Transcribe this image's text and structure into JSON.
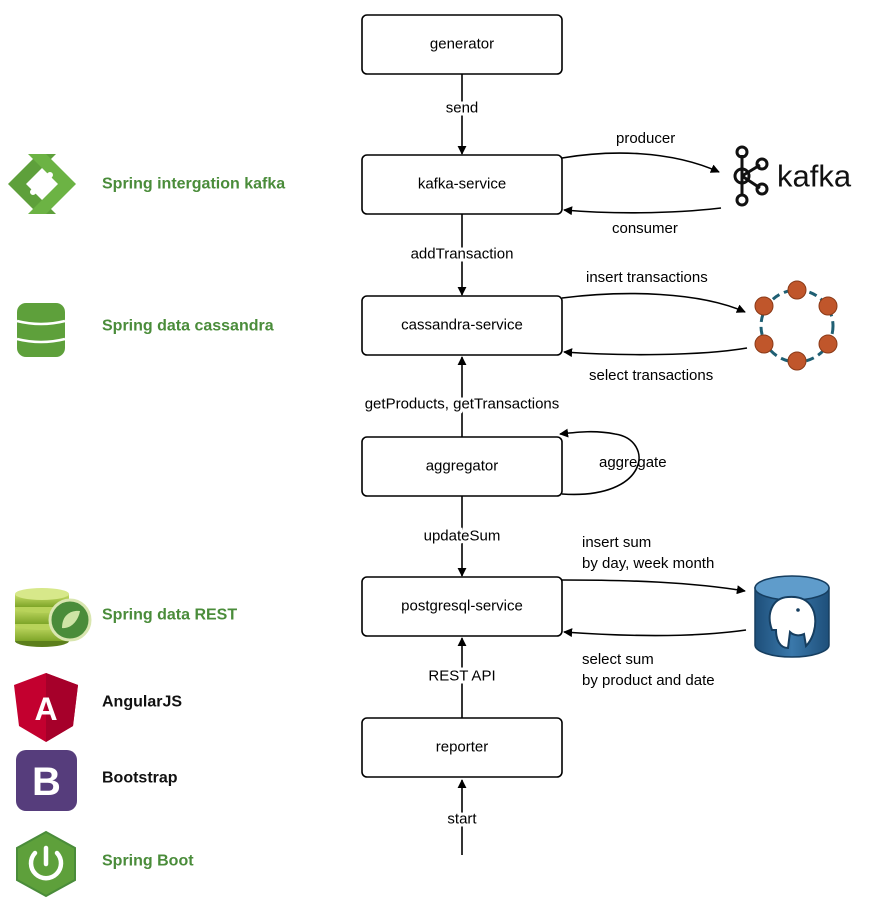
{
  "services": {
    "generator": "generator",
    "kafka_service": "kafka-service",
    "cassandra_service": "cassandra-service",
    "aggregator": "aggregator",
    "postgresql_service": "postgresql-service",
    "reporter": "reporter"
  },
  "edges": {
    "send": "send",
    "add_transaction": "addTransaction",
    "get_products": "getProducts, getTransactions",
    "aggregate": "aggregate",
    "update_sum": "updateSum",
    "rest_api": "REST API",
    "start": "start",
    "producer": "producer",
    "consumer": "consumer",
    "insert_transactions": "insert transactions",
    "select_transactions": "select transactions",
    "insert_sum_1": "insert sum",
    "insert_sum_2": "by day, week month",
    "select_sum_1": "select sum",
    "select_sum_2": "by product and date"
  },
  "tech": {
    "spring_integration_kafka": "Spring intergation kafka",
    "spring_data_cassandra": "Spring data cassandra",
    "spring_data_rest": "Spring data REST",
    "angularjs": "AngularJS",
    "bootstrap": "Bootstrap",
    "spring_boot": "Spring Boot",
    "kafka_logo_text": "kafka",
    "bootstrap_letter": "B",
    "angular_letter": "A"
  },
  "colors": {
    "spring_green": "#4a8c3a",
    "cassandra_node": "#c0562b",
    "cassandra_ring": "#1f5f73",
    "postgres_blue": "#2f6792",
    "angular_red": "#c3002f",
    "bootstrap_purple": "#563d7c"
  },
  "icons": {
    "spring_integration": "spring-integration-icon",
    "cassandra_db": "database-cylinder-icon",
    "spring_data_rest": "spring-data-rest-icon",
    "angular": "angular-shield-icon",
    "bootstrap": "bootstrap-icon",
    "spring_boot": "power-hexagon-icon",
    "kafka": "kafka-logo-icon",
    "cassandra_ring": "cassandra-ring-icon",
    "postgresql": "postgresql-elephant-icon"
  }
}
